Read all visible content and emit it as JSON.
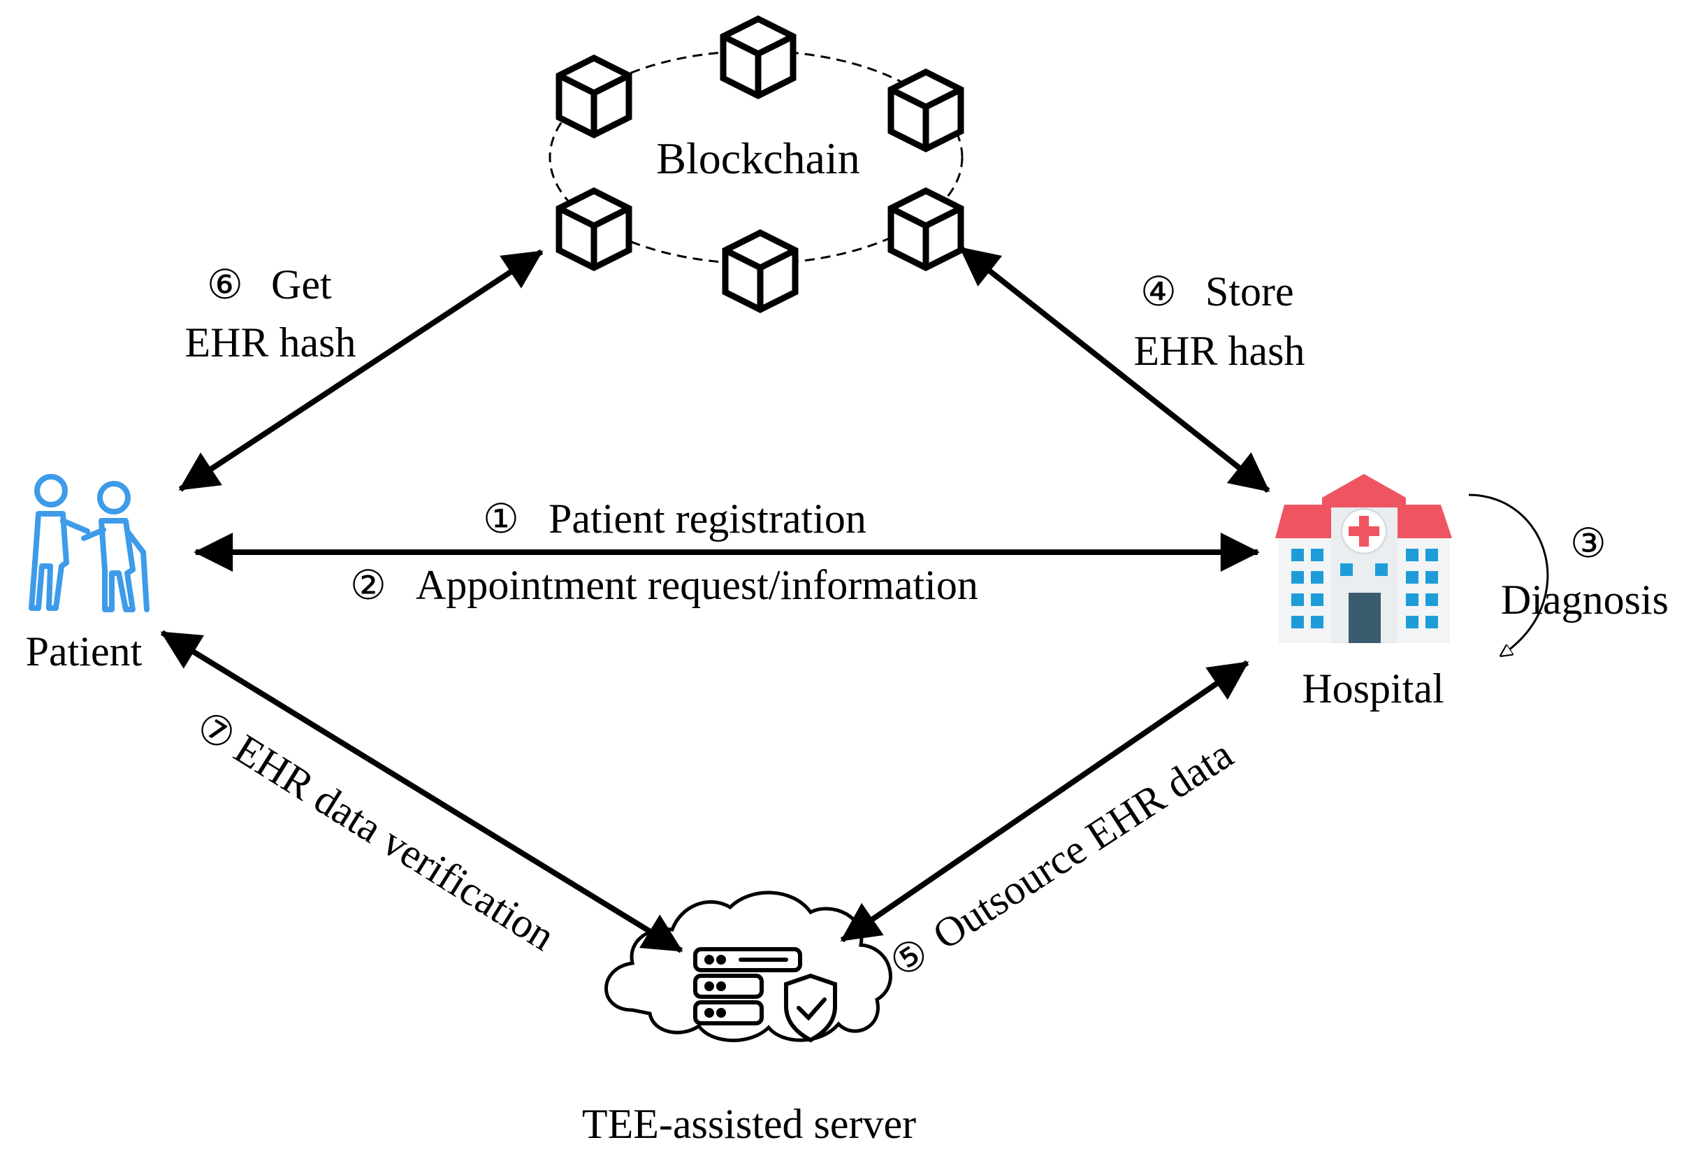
{
  "nodes": {
    "blockchain": {
      "label": "Blockchain"
    },
    "patient": {
      "label": "Patient",
      "color": "#3d9be9"
    },
    "hospital": {
      "label": "Hospital",
      "roof_color": "#ef5561",
      "window_color": "#1e9cd8",
      "door_color": "#3b5b6e",
      "cross_color": "#ef5561"
    },
    "server": {
      "label": "TEE-assisted server"
    }
  },
  "steps": {
    "s1": {
      "num": "①",
      "text": "Patient registration"
    },
    "s2": {
      "num": "②",
      "text": "Appointment request/information"
    },
    "s3": {
      "num": "③",
      "text": "Diagnosis"
    },
    "s4": {
      "num": "④",
      "line1": "Store",
      "line2": "EHR hash"
    },
    "s5": {
      "num": "⑤",
      "text": "Outsource EHR data"
    },
    "s6": {
      "num": "⑥",
      "line1": "Get",
      "line2": "EHR hash"
    },
    "s7": {
      "num": "⑦",
      "text": "EHR data verification"
    }
  }
}
